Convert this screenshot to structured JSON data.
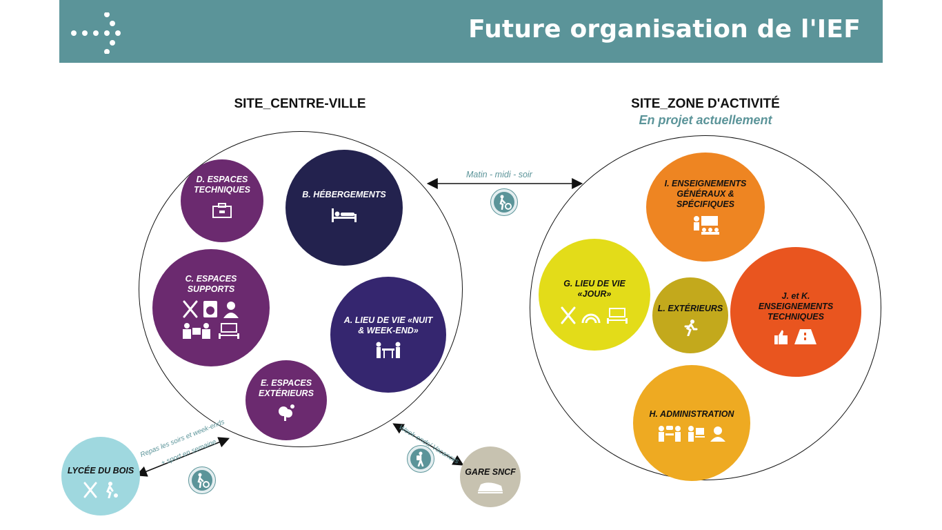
{
  "header": {
    "title": "Future organisation de l'IEF"
  },
  "site_left": {
    "title": "SITE_CENTRE-VILLE"
  },
  "site_right": {
    "title": "SITE_ZONE D'ACTIVITÉ",
    "subtitle": "En projet actuellement"
  },
  "bubbles": {
    "d": {
      "label": "D. ESPACES TECHNIQUES",
      "color": "#6b2a6f"
    },
    "b": {
      "label": "B. HÉBERGEMENTS",
      "color": "#23224e"
    },
    "c": {
      "label": "C. ESPACES SUPPORTS",
      "color": "#6b2a6f"
    },
    "a": {
      "label": "A. LIEU DE VIE «NUIT & WEEK-END»",
      "color": "#35266f"
    },
    "e": {
      "label": "E. ESPACES EXTÉRIEURS",
      "color": "#6b2a6f"
    },
    "i": {
      "label": "I. ENSEIGNEMENTS GÉNÉRAUX & SPÉCIFIQUES",
      "color": "#ee8522"
    },
    "g": {
      "label": "G. LIEU DE VIE «JOUR»",
      "color": "#e3dc19"
    },
    "l": {
      "label": "L. EXTÉRIEURS",
      "color": "#c3a91c"
    },
    "jk": {
      "label": "J. et K. ENSEIGNEMENTS TECHNIQUES",
      "color": "#e9551f"
    },
    "h": {
      "label": "H. ADMINISTRATION",
      "color": "#eeaa22"
    }
  },
  "external": {
    "lycee": {
      "label": "LYCÉE DU BOIS",
      "color": "#9fd8df"
    },
    "gare": {
      "label": "GARE SNCF",
      "color": "#c7c2b0"
    }
  },
  "links": {
    "between_sites": "Matin - midi - soir",
    "lycee_line1": "Repas les soirs et week-ends",
    "lycee_line2": "+ sport en semaine",
    "gare": "Week-ends/ Vacances"
  },
  "icons": [
    "logo-dots-icon",
    "toolbox-icon",
    "bed-icon",
    "cutlery-icon",
    "washing-machine-icon",
    "person-icon",
    "desk-icon",
    "exhibit-icon",
    "meeting-table-icon",
    "tree-icon",
    "teacher-board-icon",
    "speed-icon",
    "runner-icon",
    "thumbs-up-tool-icon",
    "road-sign-icon",
    "admin-meeting-icon",
    "walker-icon",
    "train-icon",
    "ball-player-icon"
  ],
  "colors": {
    "accent": "#5b9499",
    "line": "#111111"
  }
}
